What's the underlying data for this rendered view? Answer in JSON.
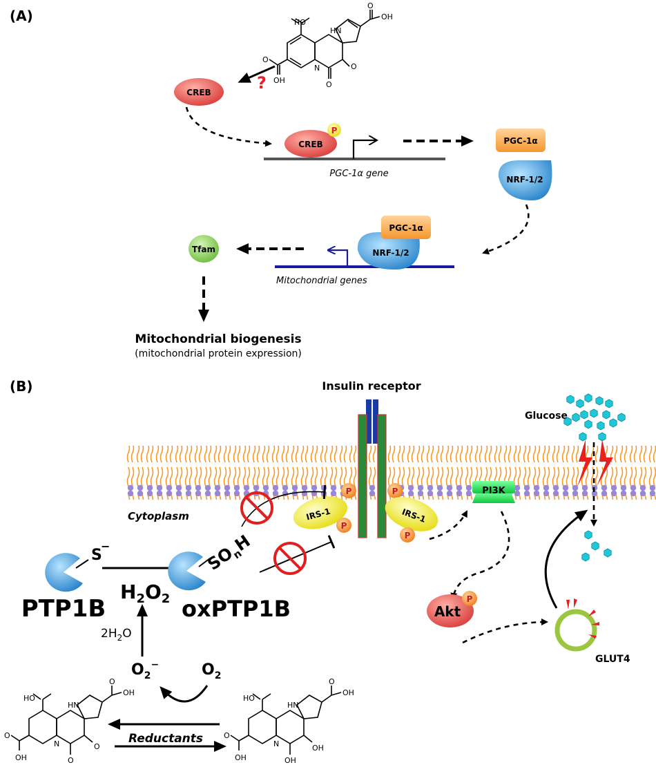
{
  "panel_a": {
    "label": "(A)",
    "question_mark": "?",
    "creb": "CREB",
    "creb_p": "CREB",
    "p": "P",
    "gene_label": "PGC-1α gene",
    "pgc1a": "PGC-1α",
    "nrf": "NRF-1/2",
    "pgc1a_2": "PGC-1α",
    "nrf_2": "NRF-1/2",
    "tfam": "Tfam",
    "mito_genes": "Mitochondrial genes",
    "biogenesis": "Mitochondrial biogenesis",
    "biogenesis_sub": "(mitochondrial protein expression)",
    "molecule_labels": {
      "ho": "HO",
      "hn": "HN",
      "oh": "OH",
      "n": "N",
      "o": "O"
    }
  },
  "panel_b": {
    "label": "(B)",
    "insulin_receptor": "Insulin receptor",
    "glucose": "Glucose",
    "cytoplasm": "Cytoplasm",
    "p": "P",
    "irs1": "IRS-1",
    "pi3k": "PI3K",
    "ptp1b": "PTP1B",
    "s_minus": "S",
    "minus": "−",
    "h2o2": "H2O2",
    "oxptp1b": "oxPTP1B",
    "sonh": "SOnH",
    "h2o": "2H2O",
    "o2_minus": "O2",
    "o2": "O2",
    "reductants": "Reductants",
    "akt": "Akt",
    "glut4": "GLUT4"
  },
  "colors": {
    "creb": "#e8544f",
    "pgc": "#f5a04a",
    "nrf": "#4aa6e0",
    "tfam": "#8cd05a",
    "p_circle": "#f7ef3a",
    "irs": "#f3f02a",
    "pi3k": "#1ee04a",
    "membrane_lipid": "#a08ad8",
    "membrane_tail": "#f39a2a",
    "glucose": "#1ec8d8",
    "promoter_blue": "#1a1aa0"
  }
}
